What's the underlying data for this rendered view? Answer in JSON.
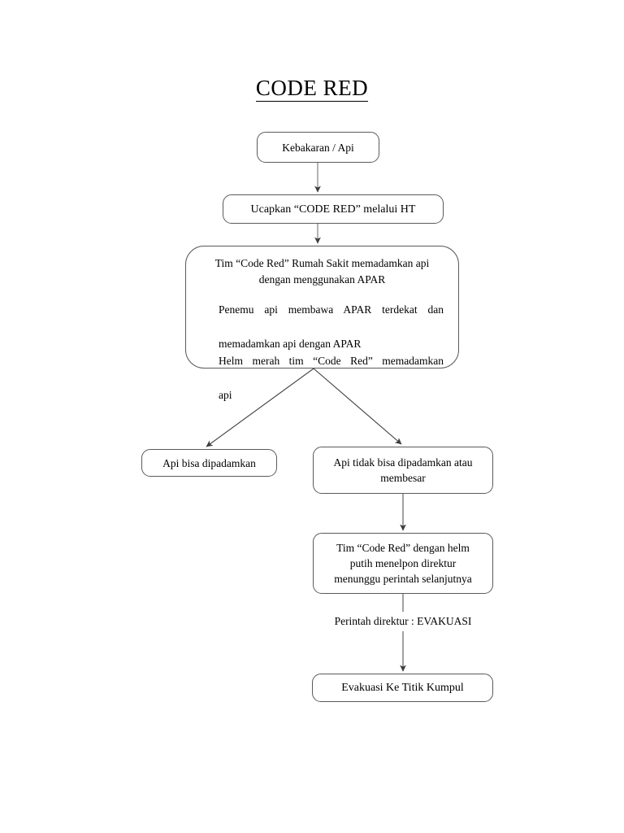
{
  "document": {
    "title": "CODE RED"
  },
  "flowchart": {
    "type": "flowchart",
    "orientation": "top-down",
    "nodes": [
      {
        "id": "kebakaran",
        "label": "Kebakaran / Api",
        "shape": "rounded-rectangle"
      },
      {
        "id": "ucapkan",
        "label": "Ucapkan “CODE RED” melalui HT",
        "shape": "rounded-rectangle"
      },
      {
        "id": "tim_apar",
        "shape": "rounded-rectangle",
        "heading_lines": [
          "Tim “Code Red” Rumah Sakit memadamkan api",
          "dengan menggunakan APAR"
        ],
        "body_lines": [
          "Penemu api membawa APAR terdekat dan",
          "memadamkan api dengan APAR",
          "Helm merah tim “Code Red” memadamkan",
          "api"
        ]
      },
      {
        "id": "api_bisa",
        "label": "Api bisa dipadamkan",
        "shape": "rounded-rectangle"
      },
      {
        "id": "api_tidak_bisa",
        "lines": [
          "Api tidak bisa dipadamkan atau",
          "membesar"
        ],
        "shape": "rounded-rectangle"
      },
      {
        "id": "helm_putih",
        "lines": [
          "Tim “Code Red” dengan helm",
          "putih menelpon direktur",
          "menunggu perintah selanjutnya"
        ],
        "shape": "rounded-rectangle"
      },
      {
        "id": "evakuasi",
        "label": "Evakuasi Ke Titik Kumpul",
        "shape": "rounded-rectangle"
      }
    ],
    "edge_labels": [
      {
        "id": "perintah_direktur",
        "text": "Perintah direktur : EVAKUASI"
      }
    ],
    "edges": [
      {
        "from": "kebakaran",
        "to": "ucapkan",
        "style": "straight-arrow"
      },
      {
        "from": "ucapkan",
        "to": "tim_apar",
        "style": "straight-arrow"
      },
      {
        "from": "tim_apar",
        "to": "api_bisa",
        "style": "diagonal-arrow"
      },
      {
        "from": "tim_apar",
        "to": "api_tidak_bisa",
        "style": "diagonal-arrow"
      },
      {
        "from": "api_tidak_bisa",
        "to": "helm_putih",
        "style": "straight-arrow"
      },
      {
        "from": "helm_putih",
        "to": "evakuasi",
        "style": "straight-arrow",
        "label": "Perintah direktur : EVAKUASI"
      }
    ],
    "colors": {
      "background": "#ffffff",
      "node_border": "#5a5a5a",
      "text": "#000000",
      "arrow": "#4d4d4d"
    }
  }
}
